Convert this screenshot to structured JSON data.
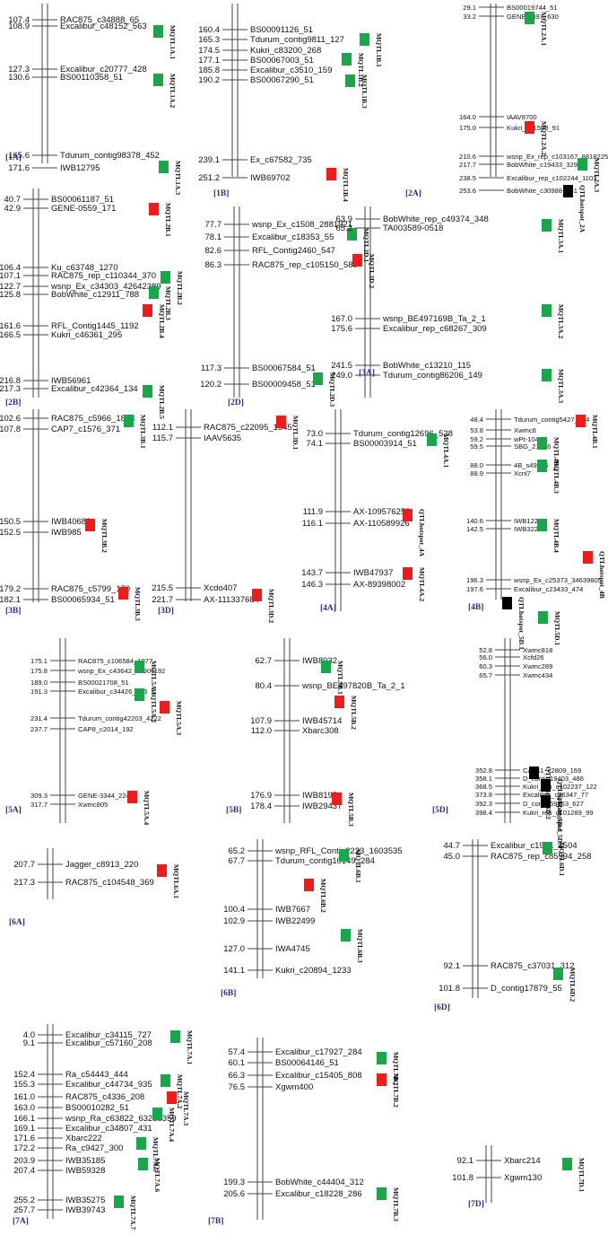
{
  "colors": {
    "green": "#1aa64a",
    "red": "#ee1c1c",
    "black": "#000000",
    "label": "#3b1f8a",
    "line": "#444444"
  },
  "groups": [
    {
      "id": "1A",
      "label": "[1A]",
      "markers": [
        {
          "pos": "107.4",
          "name": "RAC875_c34888_65"
        },
        {
          "pos": "108.9",
          "name": "Excalibur_c48152_563"
        },
        {
          "pos": "127.3",
          "name": "Excalibur_c20777_428"
        },
        {
          "pos": "130.6",
          "name": "BS00110358_51"
        },
        {
          "pos": "165.6",
          "name": "Tdurum_contig98378_452"
        },
        {
          "pos": "171.6",
          "name": "IWB12795"
        }
      ],
      "qtls": [
        {
          "name": "MQTL1A.1",
          "color": "green"
        },
        {
          "name": "MQTL1A.2",
          "color": "green"
        },
        {
          "name": "MQTL1A.3",
          "color": "green"
        }
      ]
    },
    {
      "id": "1B",
      "label": "[1B]",
      "markers": [
        {
          "pos": "160.4",
          "name": "BS00091126_51"
        },
        {
          "pos": "165.3",
          "name": "Tdurum_contig9811_127"
        },
        {
          "pos": "174.5",
          "name": "Kukri_c83200_268"
        },
        {
          "pos": "177.1",
          "name": "BS00067003_51"
        },
        {
          "pos": "185.8",
          "name": "Excalibur_c3510_159"
        },
        {
          "pos": "190.2",
          "name": "BS00067290_51"
        },
        {
          "pos": "239.1",
          "name": "Ex_c67582_735"
        },
        {
          "pos": "251.2",
          "name": "IWB69702"
        }
      ],
      "qtls": [
        {
          "name": "MQTL1B.1",
          "color": "green"
        },
        {
          "name": "MQTL1B.2",
          "color": "green"
        },
        {
          "name": "MQTL1B.3",
          "color": "green"
        },
        {
          "name": "MQTL1B.4",
          "color": "red"
        }
      ]
    },
    {
      "id": "2A",
      "label": "[2A]",
      "markers": [
        {
          "pos": "29.1",
          "name": "BS00019744_51"
        },
        {
          "pos": "33.2",
          "name": "GENE-1397_630"
        },
        {
          "pos": "164.0",
          "name": "IAAV8700"
        },
        {
          "pos": "175.0",
          "name": "Kukri_c31508_91"
        },
        {
          "pos": "210.6",
          "name": "wsnp_Ex_rep_c103167_88182254"
        },
        {
          "pos": "217.7",
          "name": "BobWhite_c19433_329"
        },
        {
          "pos": "238.5",
          "name": "Excalibur_rep_c102244_1103"
        },
        {
          "pos": "253.6",
          "name": "BobWhite_c30988_361"
        }
      ],
      "qtls": [
        {
          "name": "MQTL2A.1",
          "color": "green"
        },
        {
          "name": "MQTL2A.2",
          "color": "red"
        },
        {
          "name": "MQTL2A.3",
          "color": "green"
        },
        {
          "name": "QTLhotspot_2A",
          "color": "black"
        }
      ]
    },
    {
      "id": "2B",
      "label": "[2B]",
      "markers": [
        {
          "pos": "40.7",
          "name": "BS00061187_51"
        },
        {
          "pos": "42.9",
          "name": "GENE-0559_171"
        },
        {
          "pos": "106.4",
          "name": "Ku_c63748_1270"
        },
        {
          "pos": "107.1",
          "name": "RAC875_rep_c110344_370"
        },
        {
          "pos": "122.7",
          "name": "wsnp_Ex_c34303_42642389"
        },
        {
          "pos": "125.8",
          "name": "BobWhite_c12911_788"
        },
        {
          "pos": "161.6",
          "name": "RFL_Contig1445_1192"
        },
        {
          "pos": "166.5",
          "name": "Kukri_c46361_295"
        },
        {
          "pos": "216.8",
          "name": "IWB56961"
        },
        {
          "pos": "217.3",
          "name": "Excalibur_c42364_134"
        }
      ],
      "qtls": [
        {
          "name": "MQTL2B.1",
          "color": "red"
        },
        {
          "name": "MQTL2B.2",
          "color": "green"
        },
        {
          "name": "MQTL2B.3",
          "color": "green"
        },
        {
          "name": "MQTL2B.4",
          "color": "red"
        },
        {
          "name": "MQTL2B.5",
          "color": "green"
        }
      ]
    },
    {
      "id": "2D",
      "label": "[2D]",
      "markers": [
        {
          "pos": "77.7",
          "name": "wsnp_Ex_c1508_2881921"
        },
        {
          "pos": "78.1",
          "name": "Excalibur_c18353_55"
        },
        {
          "pos": "82.6",
          "name": "RFL_Contig2460_547"
        },
        {
          "pos": "86.3",
          "name": "RAC875_rep_c105150_589"
        },
        {
          "pos": "117.3",
          "name": "BS00067584_51"
        },
        {
          "pos": "120.2",
          "name": "BS00009458_51"
        }
      ],
      "qtls": [
        {
          "name": "MQTL2D.1",
          "color": "green"
        },
        {
          "name": "MQTL2D.2",
          "color": "red"
        },
        {
          "name": "MQTL2D.3",
          "color": "green"
        }
      ]
    },
    {
      "id": "3A",
      "label": "[3A]",
      "markers": [
        {
          "pos": "63.9",
          "name": "BobWhite_rep_c49374_348"
        },
        {
          "pos": "65.2",
          "name": "TA003589-0518"
        },
        {
          "pos": "167.0",
          "name": "wsnp_BE497169B_Ta_2_1"
        },
        {
          "pos": "175.6",
          "name": "Excalibur_rep_c68267_309"
        },
        {
          "pos": "241.5",
          "name": "BobWhite_c13210_115"
        },
        {
          "pos": "249.0",
          "name": "Tdurum_contig86206_149"
        }
      ],
      "qtls": [
        {
          "name": "MQTL3A.1",
          "color": "green"
        },
        {
          "name": "MQTL3A.2",
          "color": "green"
        },
        {
          "name": "MQTL3A.3",
          "color": "green"
        }
      ]
    },
    {
      "id": "3B",
      "label": "[3B]",
      "markers": [
        {
          "pos": "102.6",
          "name": "RAC875_c5966_1854"
        },
        {
          "pos": "107.8",
          "name": "CAP7_c1576_371"
        },
        {
          "pos": "150.5",
          "name": "IWB40683"
        },
        {
          "pos": "152.5",
          "name": "IWB985"
        },
        {
          "pos": "179.2",
          "name": "RAC875_c5799_170"
        },
        {
          "pos": "182.1",
          "name": "BS00065934_51"
        }
      ],
      "qtls": [
        {
          "name": "MQTL3B.1",
          "color": "green"
        },
        {
          "name": "MQTL3B.2",
          "color": "red"
        },
        {
          "name": "MQTL3B.3",
          "color": "red"
        }
      ]
    },
    {
      "id": "3D",
      "label": "[3D]",
      "markers": [
        {
          "pos": "112.1",
          "name": "RAC875_c22095_1545"
        },
        {
          "pos": "115.7",
          "name": "IAAV5635"
        },
        {
          "pos": "215.5",
          "name": "Xcdo407"
        },
        {
          "pos": "221.7",
          "name": "AX-111337684"
        }
      ],
      "qtls": [
        {
          "name": "MQTL3D.1",
          "color": "red"
        },
        {
          "name": "MQTL3D.2",
          "color": "red"
        }
      ]
    },
    {
      "id": "4A",
      "label": "[4A]",
      "markers": [
        {
          "pos": "73.0",
          "name": "Tdurum_contig12696_528"
        },
        {
          "pos": "74.1",
          "name": "BS00003914_51"
        },
        {
          "pos": "111.9",
          "name": "AX-109576258"
        },
        {
          "pos": "116.1",
          "name": "AX-110589926"
        },
        {
          "pos": "143.7",
          "name": "IWB47937"
        },
        {
          "pos": "146.3",
          "name": "AX-89398002"
        }
      ],
      "qtls": [
        {
          "name": "MQTL4A.1",
          "color": "green"
        },
        {
          "name": "QTLhotspot_4A",
          "color": "red"
        },
        {
          "name": "MQTL4A.2",
          "color": "red"
        }
      ]
    },
    {
      "id": "4B",
      "label": "[4B]",
      "markers": [
        {
          "pos": "48.4",
          "name": "Tdurum_contig5427_314"
        },
        {
          "pos": "53.8",
          "name": "Xwmc8"
        },
        {
          "pos": "59.2",
          "name": "wPt-1046"
        },
        {
          "pos": "59.5",
          "name": "SBG_21726"
        },
        {
          "pos": "88.0",
          "name": "4B_s49916"
        },
        {
          "pos": "88.9",
          "name": "Xcnl7"
        },
        {
          "pos": "140.6",
          "name": "IWB1224"
        },
        {
          "pos": "142.5",
          "name": "IWB3229"
        },
        {
          "pos": "196.3",
          "name": "wsnp_Ex_c25373_34639805"
        },
        {
          "pos": "197.6",
          "name": "Excalibur_c23433_474"
        }
      ],
      "qtls": [
        {
          "name": "MQTL4B.1",
          "color": "red"
        },
        {
          "name": "MQTL4B.2",
          "color": "green"
        },
        {
          "name": "MQTL4B.3",
          "color": "green"
        },
        {
          "name": "MQTL4B.4",
          "color": "green"
        },
        {
          "name": "QTLhotspot_4B",
          "color": "red"
        }
      ]
    },
    {
      "id": "5A",
      "label": "[5A]",
      "markers": [
        {
          "pos": "175.1",
          "name": "RAC875_c106584_1077"
        },
        {
          "pos": "175.8",
          "name": "wsnp_Ex_c43642_49901192"
        },
        {
          "pos": "189.0",
          "name": "BS00021708_51"
        },
        {
          "pos": "191.3",
          "name": "Excalibur_c34426_723"
        },
        {
          "pos": "231.4",
          "name": "Tdurum_contig42203_4222"
        },
        {
          "pos": "237.7",
          "name": "CAP8_c2014_192"
        },
        {
          "pos": "309.3",
          "name": "GENE-3344_224"
        },
        {
          "pos": "317.7",
          "name": "Xwmc805"
        }
      ],
      "qtls": [
        {
          "name": "MQTL5A.1",
          "color": "green"
        },
        {
          "name": "MQTL5A.2",
          "color": "green"
        },
        {
          "name": "MQTL5A.3",
          "color": "red"
        },
        {
          "name": "MQTL5A.4",
          "color": "red"
        }
      ]
    },
    {
      "id": "5B",
      "label": "[5B]",
      "markers": [
        {
          "pos": "62.7",
          "name": "IWB8032"
        },
        {
          "pos": "80.4",
          "name": "wsnp_BE497820B_Ta_2_1"
        },
        {
          "pos": "107.9",
          "name": "IWB45714"
        },
        {
          "pos": "112.0",
          "name": "Xbarc308"
        },
        {
          "pos": "176.9",
          "name": "IWB8195"
        },
        {
          "pos": "178.4",
          "name": "IWB29437"
        }
      ],
      "qtls": [
        {
          "name": "MQTL5B.1",
          "color": "green"
        },
        {
          "name": "MQTL5B.2",
          "color": "red"
        },
        {
          "name": "MQTL5B.3",
          "color": "red"
        }
      ]
    },
    {
      "id": "5D",
      "label": "[5D]",
      "markers": [
        {
          "pos": "52.8",
          "name": "Xwmc818"
        },
        {
          "pos": "56.0",
          "name": "Xcfd26"
        },
        {
          "pos": "60.3",
          "name": "Xwmc289"
        },
        {
          "pos": "65.7",
          "name": "Xwmc434"
        },
        {
          "pos": "352.8",
          "name": "CAP11_c2809_169"
        },
        {
          "pos": "358.1",
          "name": "D_contig19403_486"
        },
        {
          "pos": "368.5",
          "name": "Kukri_rep_c102237_122"
        },
        {
          "pos": "373.8",
          "name": "Excalibur_c76347_77"
        },
        {
          "pos": "392.3",
          "name": "D_contig59863_627"
        },
        {
          "pos": "398.4",
          "name": "Kukri_rep_c101289_99"
        }
      ],
      "qtls": [
        {
          "name": "QTLhotspot_5D.1",
          "color": "black"
        },
        {
          "name": "MQTL5D.1",
          "color": "green"
        },
        {
          "name": "QTLhotspot_5D.2",
          "color": "black"
        },
        {
          "name": "QTLhotspot_5D.3",
          "color": "black"
        },
        {
          "name": "QTLhotspot_5D.4",
          "color": "black"
        }
      ]
    },
    {
      "id": "6A",
      "label": "[6A]",
      "markers": [
        {
          "pos": "207.7",
          "name": "Jagger_c8913_220"
        },
        {
          "pos": "217.3",
          "name": "RAC875_c104548_369"
        }
      ],
      "qtls": [
        {
          "name": "MQTL6A.1",
          "color": "red"
        }
      ]
    },
    {
      "id": "6B",
      "label": "[6B]",
      "markers": [
        {
          "pos": "65.2",
          "name": "wsnp_RFL_Contig2223_1603535"
        },
        {
          "pos": "67.7",
          "name": "Tdurum_contig10149_284"
        },
        {
          "pos": "100.4",
          "name": "IWB7667"
        },
        {
          "pos": "102.9",
          "name": "IWB22499"
        },
        {
          "pos": "127.0",
          "name": "IWA4745"
        },
        {
          "pos": "141.1",
          "name": "Kukri_c20894_1233"
        }
      ],
      "qtls": [
        {
          "name": "MQTL6B.1",
          "color": "green"
        },
        {
          "name": "MQTL6B.2",
          "color": "red"
        },
        {
          "name": "MQTL6B.3",
          "color": "green"
        }
      ]
    },
    {
      "id": "6D",
      "label": "[6D]",
      "markers": [
        {
          "pos": "44.7",
          "name": "Excalibur_c1991_1504"
        },
        {
          "pos": "45.0",
          "name": "RAC875_rep_c85994_258"
        },
        {
          "pos": "92.1",
          "name": "RAC875_c37031_312"
        },
        {
          "pos": "101.8",
          "name": "D_contig17879_55"
        }
      ],
      "qtls": [
        {
          "name": "MQTL6D.1",
          "color": "green"
        },
        {
          "name": "MQTL6D.2",
          "color": "green"
        }
      ]
    },
    {
      "id": "7A",
      "label": "[7A]",
      "markers": [
        {
          "pos": "4.0",
          "name": "Excalibur_c34115_727"
        },
        {
          "pos": "9.1",
          "name": "Excalibur_c57160_208"
        },
        {
          "pos": "152.4",
          "name": "Ra_c54443_444"
        },
        {
          "pos": "155.3",
          "name": "Excalibur_c44734_935"
        },
        {
          "pos": "161.0",
          "name": "RAC875_c4336_208"
        },
        {
          "pos": "163.0",
          "name": "BS00010282_51"
        },
        {
          "pos": "166.1",
          "name": "wsnp_Ra_c63822_63288359"
        },
        {
          "pos": "169.1",
          "name": "Excalibur_c34807_431"
        },
        {
          "pos": "171.6",
          "name": "Xbarc222"
        },
        {
          "pos": "172.2",
          "name": "Ra_c9427_300"
        },
        {
          "pos": "203.9",
          "name": "IWB35185"
        },
        {
          "pos": "207.4",
          "name": "IWB59328"
        },
        {
          "pos": "255.2",
          "name": "IWB35275"
        },
        {
          "pos": "257.7",
          "name": "IWB39743"
        }
      ],
      "qtls": [
        {
          "name": "MQTL7A.1",
          "color": "green"
        },
        {
          "name": "MQTL7A.2",
          "color": "green"
        },
        {
          "name": "MQTL7A.3",
          "color": "red"
        },
        {
          "name": "MQTL7A.4",
          "color": "green"
        },
        {
          "name": "MQTL7A.5",
          "color": "green"
        },
        {
          "name": "MQTL7A.6",
          "color": "green"
        },
        {
          "name": "MQTL7A.7",
          "color": "green"
        }
      ]
    },
    {
      "id": "7B",
      "label": "[7B]",
      "markers": [
        {
          "pos": "57.4",
          "name": "Excalibur_c17927_284"
        },
        {
          "pos": "60.1",
          "name": "BS00064146_51"
        },
        {
          "pos": "66.3",
          "name": "Excalibur_c15405_808"
        },
        {
          "pos": "76.5",
          "name": "Xgwm400"
        },
        {
          "pos": "199.3",
          "name": "BobWhite_c44404_312"
        },
        {
          "pos": "205.6",
          "name": "Excalibur_c18228_286"
        }
      ],
      "qtls": [
        {
          "name": "MQTL7B.1",
          "color": "green"
        },
        {
          "name": "MQTL7B.2",
          "color": "red"
        },
        {
          "name": "MQTL7B.3",
          "color": "green"
        }
      ]
    },
    {
      "id": "7D",
      "label": "[7D]",
      "markers": [
        {
          "pos": "92.1",
          "name": "Xbarc214"
        },
        {
          "pos": "101.8",
          "name": "Xgwm130"
        }
      ],
      "qtls": [
        {
          "name": "MQTL7D.1",
          "color": "green"
        }
      ]
    }
  ]
}
